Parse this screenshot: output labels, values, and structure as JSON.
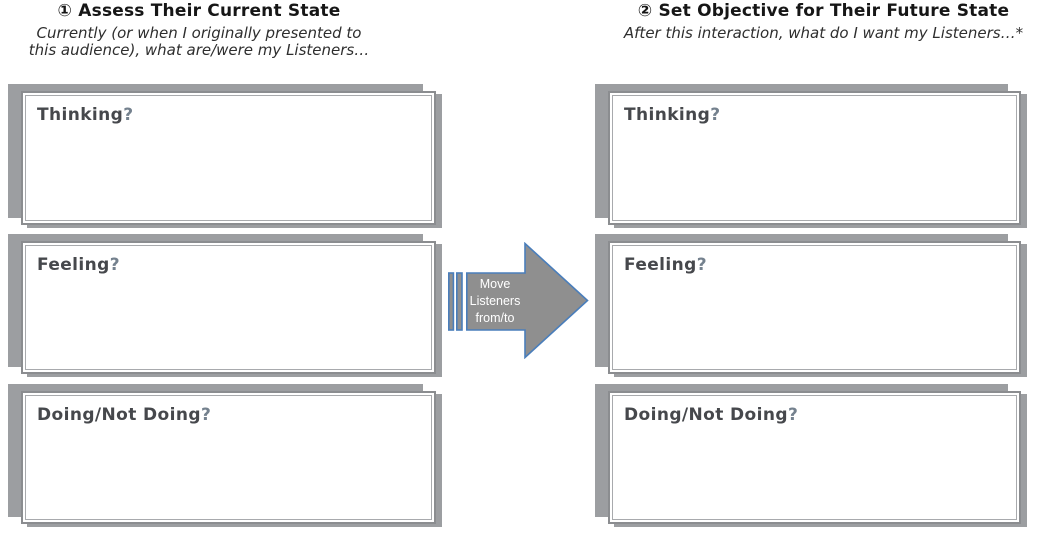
{
  "page": {
    "background_color": "#ffffff"
  },
  "left_panel": {
    "step_number": "①",
    "title": "Assess Their Current State",
    "subtitle_line1": "Currently (or when I originally presented to",
    "subtitle_line2": "this audience), what are/were my Listeners…",
    "cards": [
      {
        "label": "Thinking",
        "mark": "?"
      },
      {
        "label": "Feeling",
        "mark": "?"
      },
      {
        "label": "Doing/Not Doing",
        "mark": "?"
      }
    ]
  },
  "right_panel": {
    "step_number": "②",
    "title": "Set Objective for Their Future State",
    "subtitle_line1": "After this interaction, what do I want my Listeners…*",
    "cards": [
      {
        "label": "Thinking",
        "mark": "?"
      },
      {
        "label": "Feeling",
        "mark": "?"
      },
      {
        "label": "Doing/Not Doing",
        "mark": "?"
      }
    ]
  },
  "arrow": {
    "lines": [
      "Move",
      "Listeners",
      "from/to"
    ],
    "fill_color": "#8f8f8f",
    "border_color": "#4a7ebb",
    "text_color": "#ffffff"
  },
  "colors": {
    "card_shadow": "#9c9ea1",
    "card_border": "#8b8d90",
    "card_inner_border": "#a8aaad",
    "label_text": "#46484c",
    "label_question_mark": "#74818e",
    "heading_text": "#161616",
    "subtitle_text": "#2e2e2e"
  }
}
